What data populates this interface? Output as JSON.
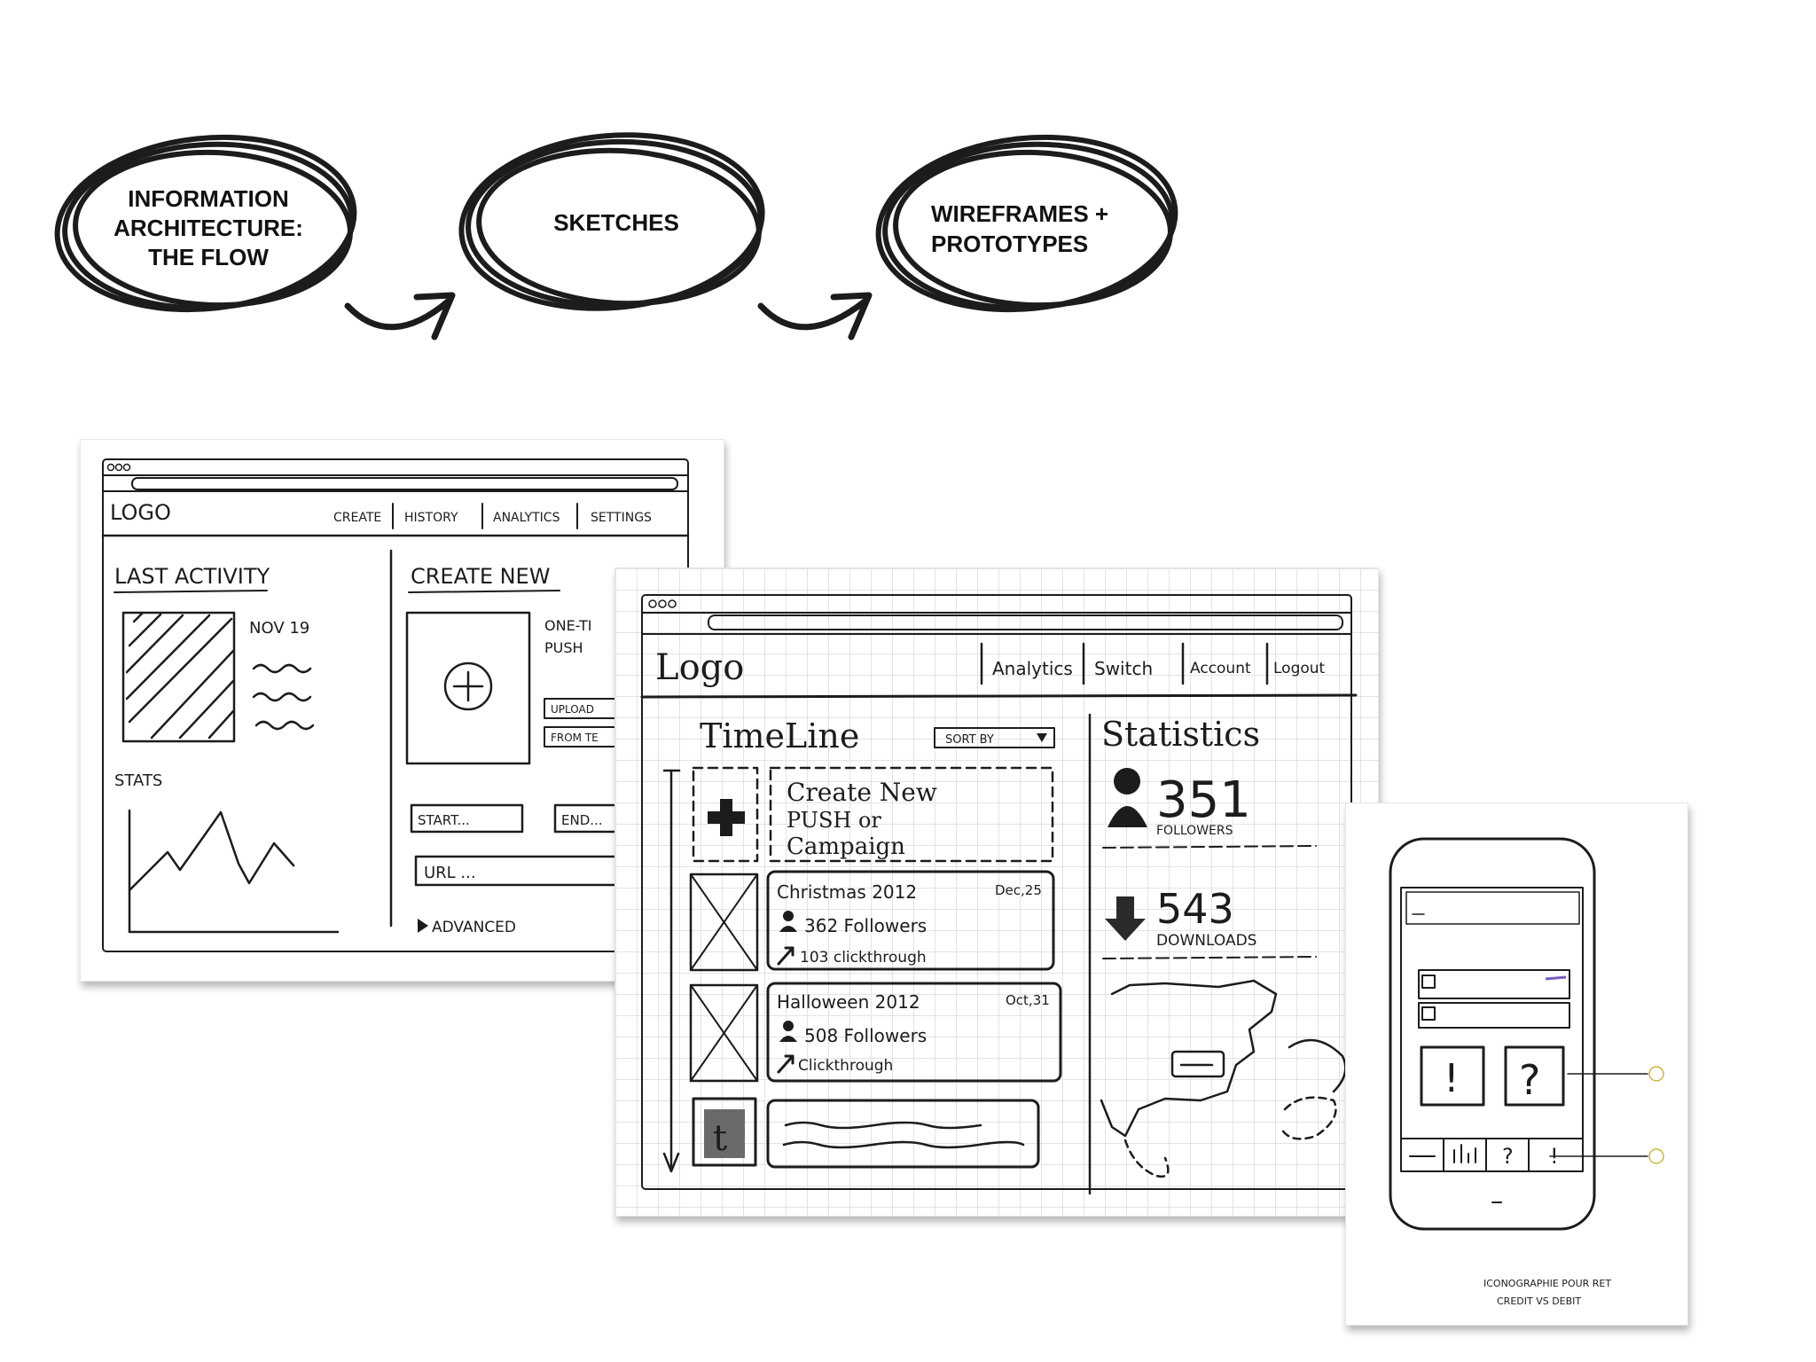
{
  "flow": {
    "steps": [
      {
        "lines": [
          "INFORMATION",
          "ARCHITECTURE:",
          "THE FLOW"
        ]
      },
      {
        "lines": [
          "SKETCHES"
        ]
      },
      {
        "lines": [
          "WIREFRAMES +",
          "PROTOTYPES"
        ]
      }
    ]
  },
  "sketch1": {
    "logo": "LOGO",
    "nav": [
      "CREATE",
      "HISTORY",
      "ANALYTICS",
      "SETTINGS"
    ],
    "last_activity": "LAST ACTIVITY",
    "date": "NOV 19",
    "stats": "STATS",
    "create_new": "CREATE NEW",
    "one_time": "ONE-TI",
    "push": "PUSH",
    "upload": "UPLOAD",
    "from": "FROM TE",
    "start": "START...",
    "end": "END...",
    "url": "URL ...",
    "advanced": "ADVANCED"
  },
  "sketch2": {
    "logo": "Logo",
    "nav": [
      "Analytics",
      "Switch",
      "Account",
      "Logout"
    ],
    "timeline": "TimeLine",
    "sort_by": "SORT BY",
    "create_lines": [
      "Create New",
      "PUSH or",
      "Campaign"
    ],
    "items": [
      {
        "title": "Christmas 2012",
        "date": "Dec,25",
        "followers": "362 Followers",
        "clicks": "103 clickthrough"
      },
      {
        "title": "Halloween 2012",
        "date": "Oct,31",
        "followers": "508 Followers",
        "clicks": "Clickthrough"
      }
    ],
    "statistics": "Statistics",
    "followers_count": "351",
    "followers_label": "FOLLOWERS",
    "downloads_count": "543",
    "downloads_label": "DOWNLOADS"
  },
  "sketch3": {
    "note_lines": [
      "ICONOGRAPHIE POUR RET",
      "CREDIT VS DEBIT"
    ]
  }
}
